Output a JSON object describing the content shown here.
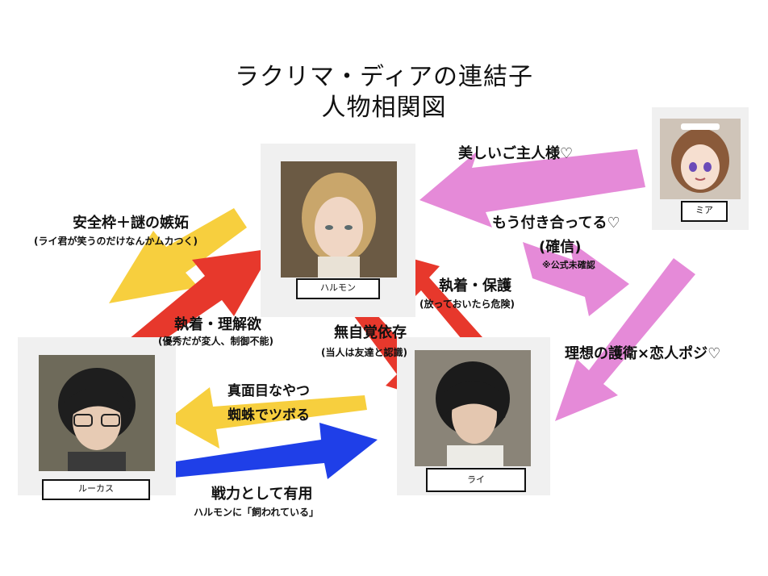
{
  "title": {
    "line1": "ラクリマ・ディアの連結子",
    "line2": "人物相関図"
  },
  "characters": {
    "harmon": {
      "name": "ハルモン",
      "hair": "#c9a66b",
      "bg": "#6b5a44"
    },
    "mia": {
      "name": "ミア",
      "hair": "#8a5a3a",
      "bg": "#cfc4b8"
    },
    "lucas": {
      "name": "ルーカス",
      "hair": "#1e1e1e",
      "bg": "#6e6a5a"
    },
    "rai": {
      "name": "ライ",
      "hair": "#1b1b1b",
      "bg": "#8a8478"
    }
  },
  "relations": {
    "mia_to_harmon": {
      "label": "美しいご主人様♡"
    },
    "mia_dating": {
      "label": "もう付き合ってる♡",
      "sub": "(確信)",
      "note": "※公式未確認"
    },
    "mia_to_rai": {
      "label": "理想の護衛×恋人ポジ♡"
    },
    "harmon_to_lucas": {
      "label": "安全枠＋謎の嫉妬",
      "sub": "(ライ君が笑うのだけなんかムカつく)"
    },
    "lucas_to_harmon": {
      "label": "執着・理解欲",
      "sub": "(優秀だが変人、制御不能)"
    },
    "harmon_to_rai": {
      "label": "執着・保護",
      "sub": "(放っておいたら危険)"
    },
    "rai_to_harmon": {
      "label": "無自覚依存",
      "sub": "(当人は友達と認識)"
    },
    "rai_to_lucas": {
      "label1": "真面目なやつ",
      "label2": "蜘蛛でツボる"
    },
    "lucas_to_rai": {
      "label": "戦力として有用",
      "sub": "ハルモンに「飼われている」"
    }
  },
  "colors": {
    "pink": "#e58ad8",
    "red": "#e7382c",
    "yellow": "#f7cf3e",
    "blue": "#1f3fe8"
  }
}
